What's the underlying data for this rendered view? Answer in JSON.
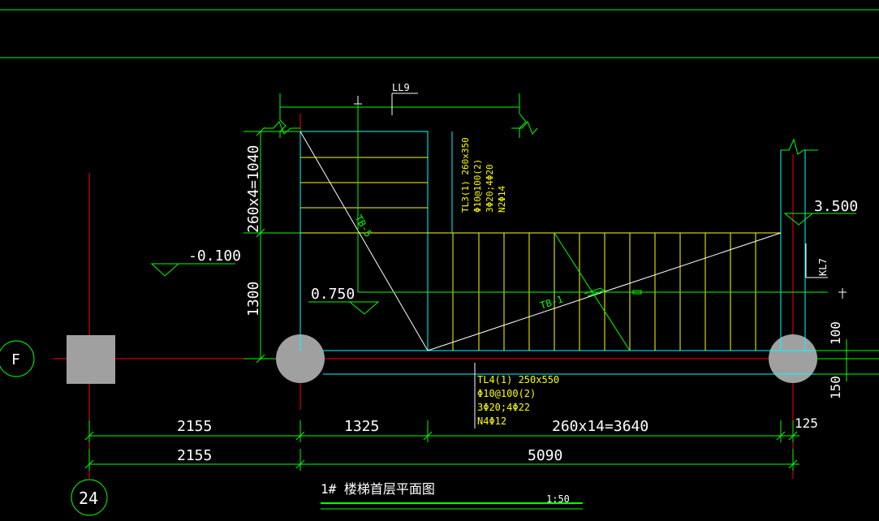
{
  "colors": {
    "background": "#000000",
    "green": "#00ff00",
    "cyan": "#00ffff",
    "yellow": "#ffff00",
    "red": "#ff0000",
    "white": "#ffffff",
    "gray": "#a0a0a0"
  },
  "labels": {
    "ll9": "LL9",
    "flight_height_upper": "260x4=1040",
    "flight_height_lower": "1300",
    "tl3_line1": "TL3(1) 260x350",
    "tl3_line2": "Φ10@100(2)",
    "tl3_line3": "3Φ20;4Φ20",
    "tl3_line4": "N2Φ14",
    "elev_top": "3.500",
    "elev_neg": "-0.100",
    "elev_mid": "0.750",
    "tb5": "TB-5",
    "tb1": "TB-1",
    "kl7": "KL7",
    "axis_f": "F",
    "axis_24": "24",
    "tl4_line1": "TL4(1) 250x550",
    "tl4_line2": "Φ10@100(2)",
    "tl4_line3": "3Φ20;4Φ22",
    "tl4_line4": "N4Φ12",
    "dim_100": "100",
    "dim_150": "150",
    "dim_2155_a": "2155",
    "dim_1325": "1325",
    "dim_3640": "260x14=3640",
    "dim_125": "125",
    "dim_2155_b": "2155",
    "dim_5090": "5090",
    "drawing_title": "1# 楼梯首层平面图",
    "scale": "1:50"
  }
}
